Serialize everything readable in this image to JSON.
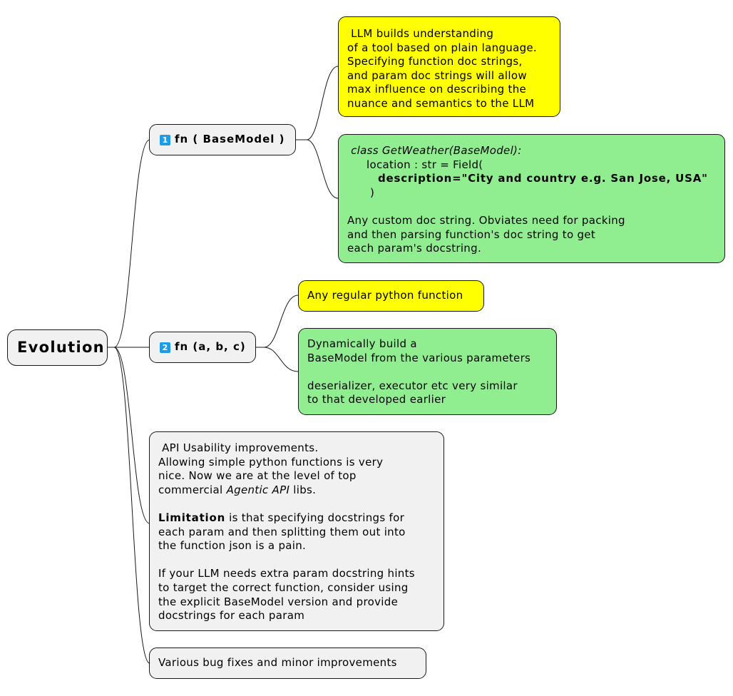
{
  "root": {
    "label": "Evolution"
  },
  "branch1": {
    "badge": "1",
    "label": "fn ( BaseModel )",
    "note_yellow": {
      "lines": [
        " LLM builds understanding",
        "of a tool based on plain language.",
        "Specifying function doc strings,",
        "and param doc strings will allow",
        "max influence on describing the",
        "nuance and semantics to the LLM"
      ]
    },
    "note_green": {
      "code_line1": " class GetWeather(BaseModel):",
      "code_line2": "location : str = Field(",
      "code_line3": "description=\"City and country e.g. San Jose, USA\"",
      "code_line4": ")",
      "desc_lines": [
        "Any custom doc string. Obviates need for packing",
        "and then parsing function's doc string to get",
        "each param's docstring."
      ]
    }
  },
  "branch2": {
    "badge": "2",
    "label": "fn (a, b, c)",
    "note_yellow": {
      "text": "Any regular python function"
    },
    "note_green": {
      "lines1": [
        "Dynamically build a",
        "BaseModel from the various parameters"
      ],
      "lines2": [
        "deserializer, executor etc very similar",
        "to that developed earlier"
      ]
    }
  },
  "branch3": {
    "p1_line1": " API Usability improvements.",
    "p1_line2": "Allowing simple python functions is very",
    "p1_line3": "nice. Now we are at the level of top",
    "p1_line4_pre": "commercial ",
    "p1_line4_em": "Agentic API",
    "p1_line4_post": " libs.",
    "p2_bold": "Limitation",
    "p2_rest": " is that specifying docstrings for",
    "p2_line2": "each param and then splitting them out into",
    "p2_line3": "the function json is a pain.",
    "p3_lines": [
      "If your LLM needs extra param docstring hints",
      "to target the correct function, consider using",
      "the explicit BaseModel version and provide",
      "docstrings for each param"
    ]
  },
  "branch4": {
    "text": "Various bug fixes and minor improvements"
  },
  "colors": {
    "node_gray": "#f1f1f1",
    "note_yellow": "#ffff00",
    "note_green": "#90ee90",
    "badge_blue": "#1e9de5",
    "line": "#181818"
  }
}
